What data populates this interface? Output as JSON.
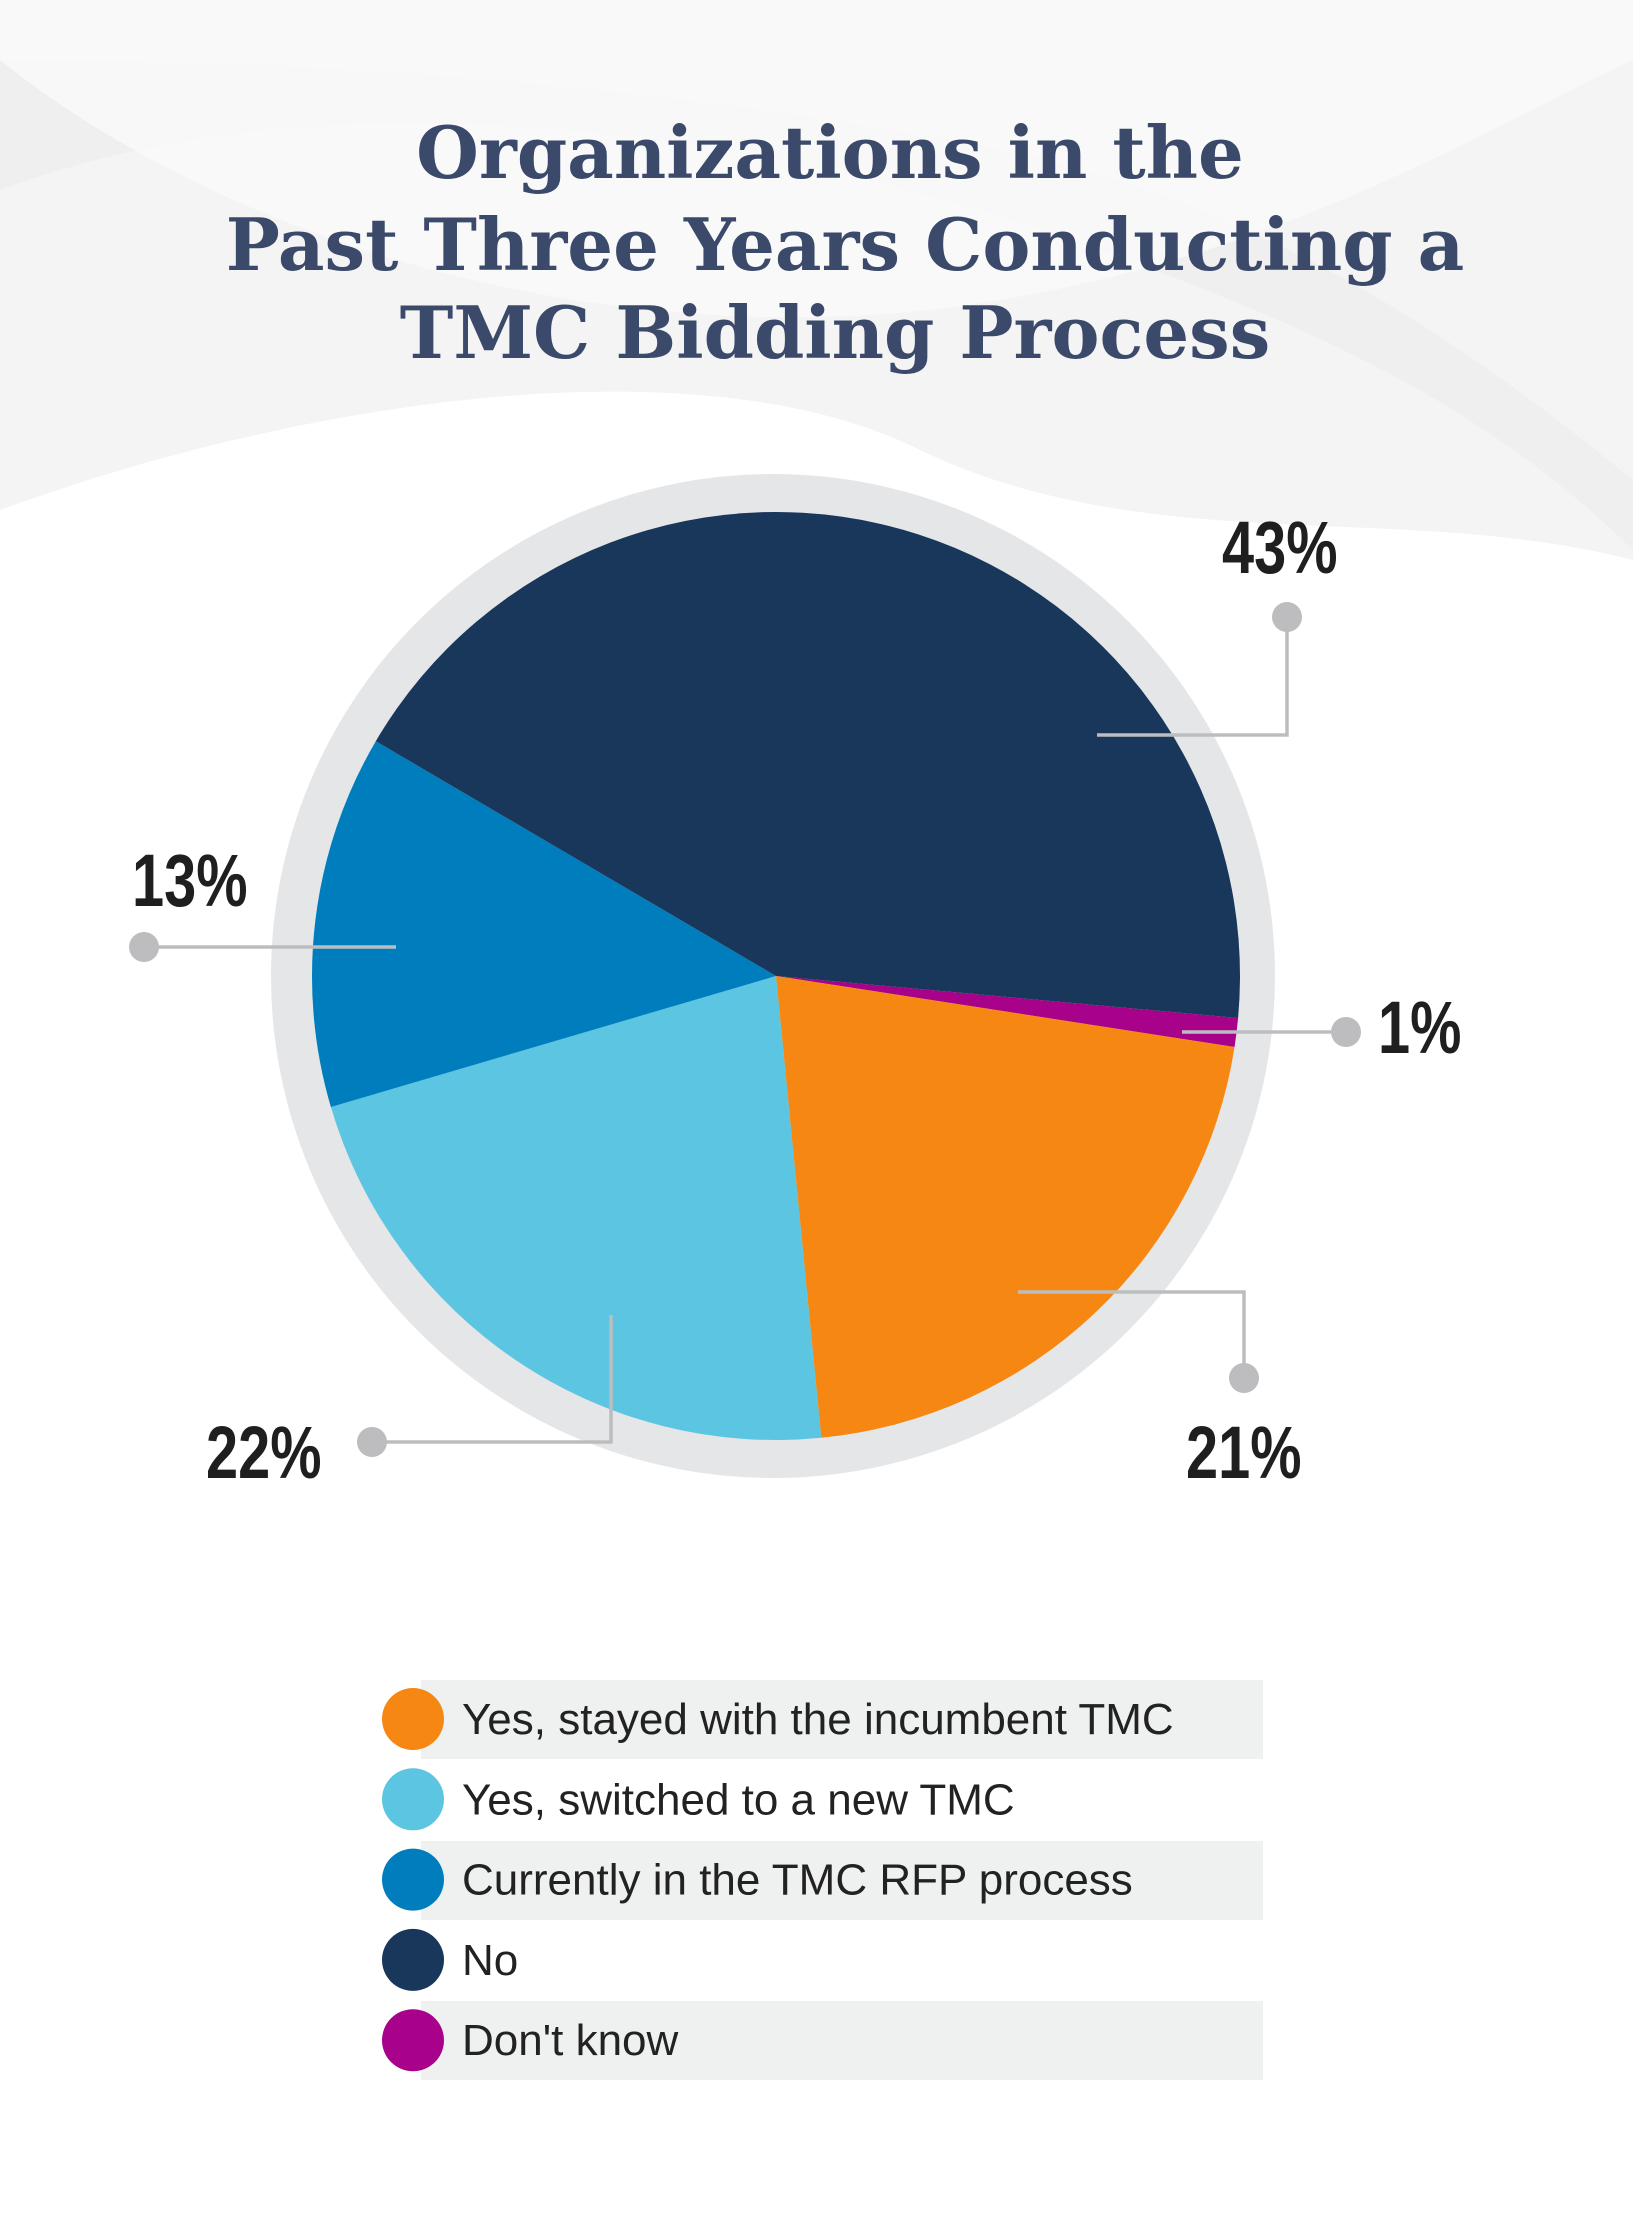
{
  "chart_data": {
    "type": "pie",
    "title": [
      "Organizations in the",
      "Past Three Years Conducting a",
      "TMC Bidding Process"
    ],
    "slices": [
      {
        "label": "Don't know",
        "value": 1,
        "display": "1%",
        "color": "#a8018a"
      },
      {
        "label": "Yes, stayed with the incumbent TMC",
        "value": 21,
        "display": "21%",
        "color": "#f68712"
      },
      {
        "label": "Yes, switched to a new TMC",
        "value": 22,
        "display": "22%",
        "color": "#5bc5e2"
      },
      {
        "label": "Currently in the TMC RFP process",
        "value": 13,
        "display": "13%",
        "color": "#007dbd"
      },
      {
        "label": "No",
        "value": 43,
        "display": "43%",
        "color": "#18375b"
      }
    ],
    "legend": [
      {
        "label": "Yes, stayed with the incumbent TMC",
        "color": "#f68712"
      },
      {
        "label": "Yes, switched to a new TMC",
        "color": "#5bc5e2"
      },
      {
        "label": "Currently in the TMC RFP process",
        "color": "#007dbd"
      },
      {
        "label": "No",
        "color": "#18375b"
      },
      {
        "label": "Don't know",
        "color": "#a8018a"
      }
    ],
    "legend_placement": "bottom"
  }
}
